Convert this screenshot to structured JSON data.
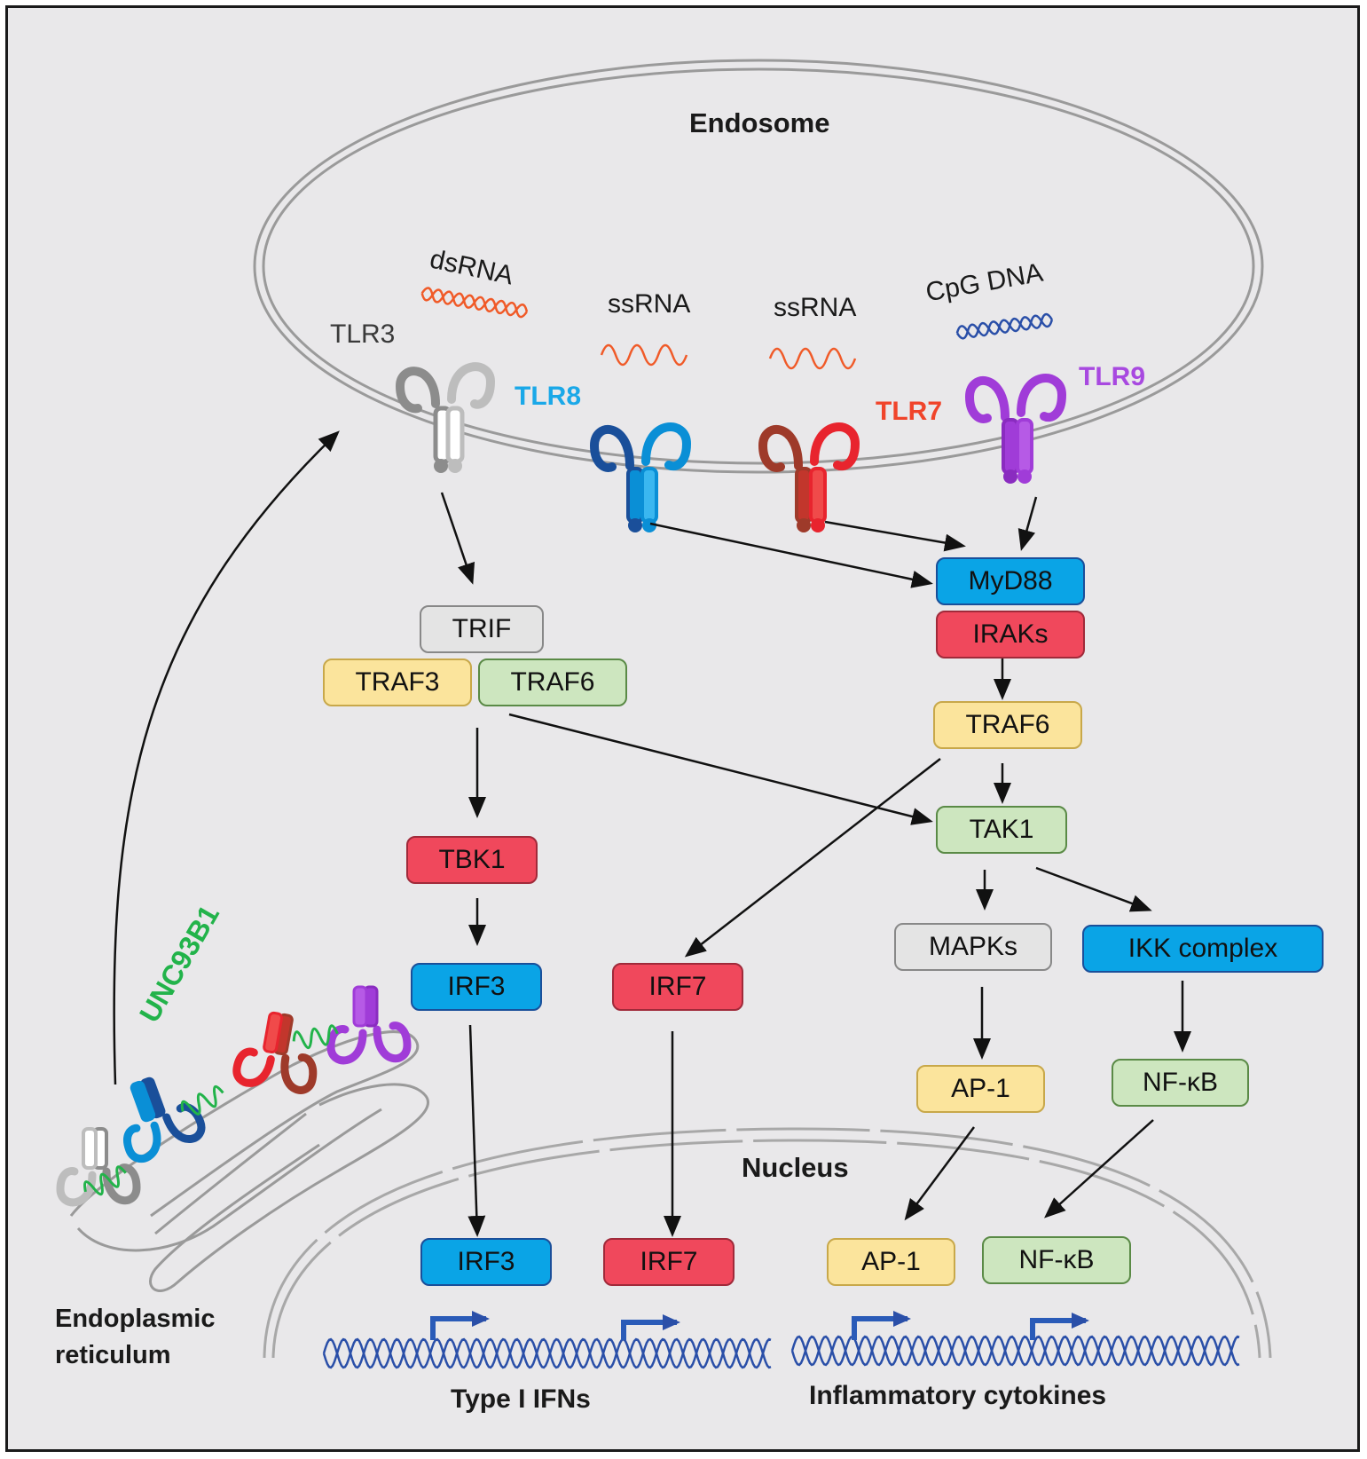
{
  "colors": {
    "background": "#e9e8ea",
    "gray_box": "#e4e4e4",
    "yellow_box": "#fbe49c",
    "green_box": "#cde6bf",
    "red_box": "#f0485c",
    "blue_box": "#0aa4e6",
    "tlr3": "#8c8c8c",
    "tlr8": "#0a8fd6",
    "tlr7": "#e8242e",
    "tlr9": "#a03cd8",
    "unc93b1": "#22b34a",
    "dna": "#2a4fa8",
    "rna": "#f05a28"
  },
  "compartments": {
    "endosome": "Endosome",
    "nucleus": "Nucleus",
    "er_line1": "Endoplasmic",
    "er_line2": "reticulum",
    "unc93b1": "UNC93B1"
  },
  "ligands": {
    "dsrna": "dsRNA",
    "ssrna_1": "ssRNA",
    "ssrna_2": "ssRNA",
    "cpg_dna": "CpG DNA"
  },
  "receptors": {
    "tlr3": "TLR3",
    "tlr8": "TLR8",
    "tlr7": "TLR7",
    "tlr9": "TLR9"
  },
  "nodes": {
    "trif": "TRIF",
    "traf3": "TRAF3",
    "traf6_left": "TRAF6",
    "myd88": "MyD88",
    "iraks": "IRAKs",
    "traf6_right": "TRAF6",
    "tak1": "TAK1",
    "tbk1": "TBK1",
    "irf3_cyto": "IRF3",
    "irf7_cyto": "IRF7",
    "mapks": "MAPKs",
    "ikk": "IKK complex",
    "ap1_cyto": "AP-1",
    "nfkb_cyto": "NF-κB",
    "irf3_nuc": "IRF3",
    "irf7_nuc": "IRF7",
    "ap1_nuc": "AP-1",
    "nfkb_nuc": "NF-κB"
  },
  "outputs": {
    "type_i_ifns": "Type I IFNs",
    "inflammatory": "Inflammatory cytokines"
  }
}
